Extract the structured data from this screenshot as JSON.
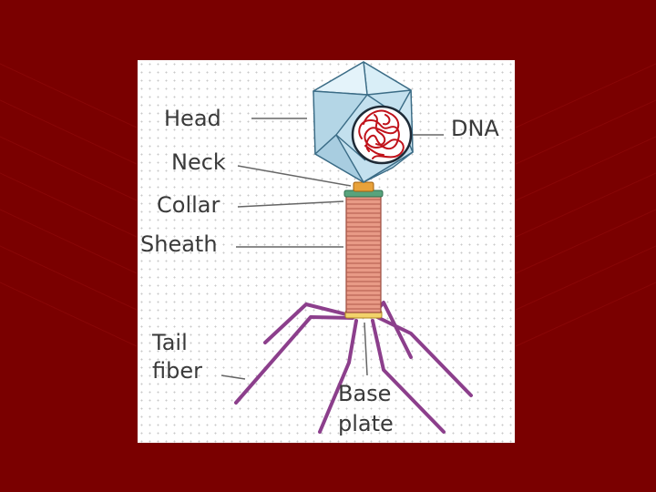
{
  "labels": {
    "head": "Head",
    "neck": "Neck",
    "collar": "Collar",
    "sheath": "Sheath",
    "tail_fiber_1": "Tail",
    "tail_fiber_2": "fiber",
    "dna": "DNA",
    "base_plate_1": "Base",
    "base_plate_2": "plate"
  },
  "colors": {
    "background": "#7a0000",
    "panel": "#ffffff",
    "head_fill": "#c3e0ee",
    "head_stroke": "#3b6c86",
    "dna_strand": "#c0121a",
    "sheath_fill": "#e89a86",
    "sheath_ring": "#b0584a",
    "collar": "#58a37c",
    "neck": "#e8a23a",
    "base_plate": "#f2d36b",
    "tail_fiber": "#8c3f8c",
    "label_text": "#3a3a3a",
    "leader_line": "#666666"
  }
}
